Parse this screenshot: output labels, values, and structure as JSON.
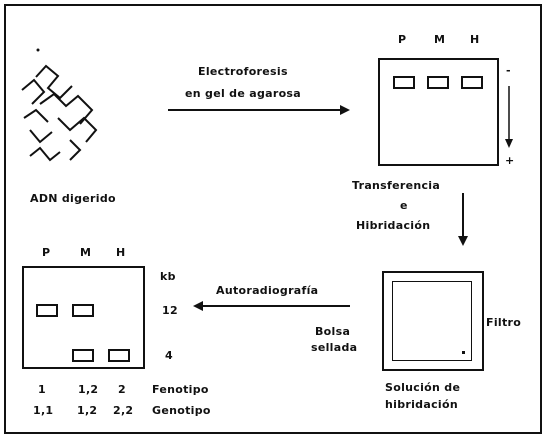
{
  "dna": {
    "label": "ADN digerido"
  },
  "electrophoresis": {
    "line1": "Electroforesis",
    "line2": "en gel de agarosa"
  },
  "gel": {
    "lanes": [
      "P",
      "M",
      "H"
    ],
    "minus": "-",
    "plus": "+"
  },
  "transfer": {
    "line1": "Transferencia",
    "line2": "e",
    "line3": "Hibridación"
  },
  "solution": {
    "bag_line1": "Bolsa",
    "bag_line2": "sellada",
    "filter": "Filtro",
    "line1": "Solución de",
    "line2": "hibridación"
  },
  "autoradiography": {
    "label": "Autoradiografía"
  },
  "result": {
    "lanes": [
      "P",
      "M",
      "H"
    ],
    "kb": "kb",
    "size_upper": "12",
    "size_lower": "4",
    "phenotype": {
      "label": "Fenotipo",
      "values": [
        "1",
        "1,2",
        "2"
      ]
    },
    "genotype": {
      "label": "Genotipo",
      "values": [
        "1,1",
        "1,2",
        "2,2"
      ]
    }
  }
}
